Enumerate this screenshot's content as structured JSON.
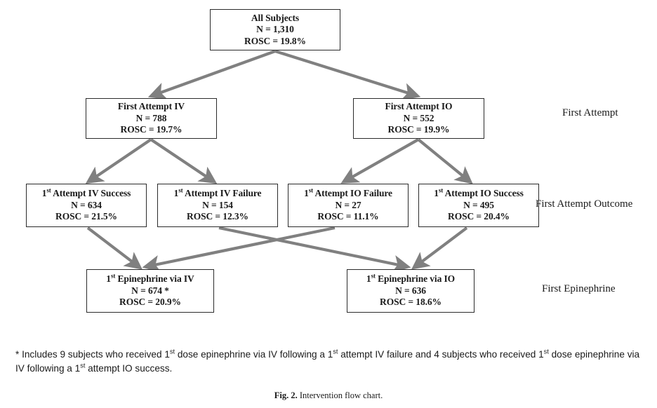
{
  "figure": {
    "number_label": "Fig. 2.",
    "caption": "Intervention flow chart."
  },
  "nodes": {
    "all_subjects": {
      "title": "All Subjects",
      "n": "N = 1,310",
      "rosc": "ROSC = 19.8%"
    },
    "first_attempt_iv": {
      "title": "First Attempt IV",
      "n": "N = 788",
      "rosc": "ROSC = 19.7%"
    },
    "first_attempt_io": {
      "title": "First Attempt IO",
      "n": "N = 552",
      "rosc": "ROSC = 19.9%"
    },
    "iv_success": {
      "title_pre": "1",
      "title_sup": "st",
      "title_post": " Attempt IV Success",
      "n": "N = 634",
      "rosc": "ROSC = 21.5%"
    },
    "iv_failure": {
      "title_pre": "1",
      "title_sup": "st",
      "title_post": " Attempt IV Failure",
      "n": "N = 154",
      "rosc": "ROSC = 12.3%"
    },
    "io_failure": {
      "title_pre": "1",
      "title_sup": "st",
      "title_post": " Attempt IO Failure",
      "n": "N = 27",
      "rosc": "ROSC = 11.1%"
    },
    "io_success": {
      "title_pre": "1",
      "title_sup": "st",
      "title_post": " Attempt IO Success",
      "n": "N = 495",
      "rosc": "ROSC = 20.4%"
    },
    "epi_iv": {
      "title_pre": "1",
      "title_sup": "st",
      "title_post": " Epinephrine via IV",
      "n": "N = 674 *",
      "rosc": "ROSC = 20.9%"
    },
    "epi_io": {
      "title_pre": "1",
      "title_sup": "st",
      "title_post": " Epinephrine via IO",
      "n": "N = 636",
      "rosc": "ROSC = 18.6%"
    }
  },
  "stage_labels": {
    "first_attempt": "First Attempt",
    "first_attempt_outcome": "First Attempt Outcome",
    "first_epinephrine": "First Epinephrine"
  },
  "footnote": {
    "part1": "* Includes 9 subjects who received 1",
    "sup1": "st",
    "part2": " dose epinephrine via IV following a 1",
    "sup2": "st",
    "part3": " attempt IV failure and 4 subjects who received 1",
    "sup3": "st",
    "part4": " dose epinephrine via IV following a 1",
    "sup4": "st",
    "part5": " attempt IO success."
  },
  "style": {
    "arrow_color": "#808080",
    "box_border_color": "#2b2b2b",
    "background": "#ffffff"
  },
  "chart_data": {
    "type": "diagram",
    "title": "Intervention flow chart",
    "levels": [
      {
        "name": "All Subjects",
        "nodes": [
          {
            "id": "all_subjects",
            "label": "All Subjects",
            "N": 1310,
            "ROSC_pct": 19.8
          }
        ]
      },
      {
        "name": "First Attempt",
        "nodes": [
          {
            "id": "first_attempt_iv",
            "label": "First Attempt IV",
            "N": 788,
            "ROSC_pct": 19.7
          },
          {
            "id": "first_attempt_io",
            "label": "First Attempt IO",
            "N": 552,
            "ROSC_pct": 19.9
          }
        ]
      },
      {
        "name": "First Attempt Outcome",
        "nodes": [
          {
            "id": "iv_success",
            "label": "1st Attempt IV Success",
            "N": 634,
            "ROSC_pct": 21.5
          },
          {
            "id": "iv_failure",
            "label": "1st Attempt IV Failure",
            "N": 154,
            "ROSC_pct": 12.3
          },
          {
            "id": "io_failure",
            "label": "1st Attempt IO Failure",
            "N": 27,
            "ROSC_pct": 11.1
          },
          {
            "id": "io_success",
            "label": "1st Attempt IO Success",
            "N": 495,
            "ROSC_pct": 20.4
          }
        ]
      },
      {
        "name": "First Epinephrine",
        "nodes": [
          {
            "id": "epi_iv",
            "label": "1st Epinephrine via IV",
            "N": 674,
            "ROSC_pct": 20.9,
            "note": "*"
          },
          {
            "id": "epi_io",
            "label": "1st Epinephrine via IO",
            "N": 636,
            "ROSC_pct": 18.6
          }
        ]
      }
    ],
    "edges": [
      {
        "from": "all_subjects",
        "to": "first_attempt_iv"
      },
      {
        "from": "all_subjects",
        "to": "first_attempt_io"
      },
      {
        "from": "first_attempt_iv",
        "to": "iv_success"
      },
      {
        "from": "first_attempt_iv",
        "to": "iv_failure"
      },
      {
        "from": "first_attempt_io",
        "to": "io_failure"
      },
      {
        "from": "first_attempt_io",
        "to": "io_success"
      },
      {
        "from": "iv_success",
        "to": "epi_iv"
      },
      {
        "from": "iv_failure",
        "to": "epi_io"
      },
      {
        "from": "io_failure",
        "to": "epi_iv"
      },
      {
        "from": "io_success",
        "to": "epi_io"
      }
    ]
  }
}
